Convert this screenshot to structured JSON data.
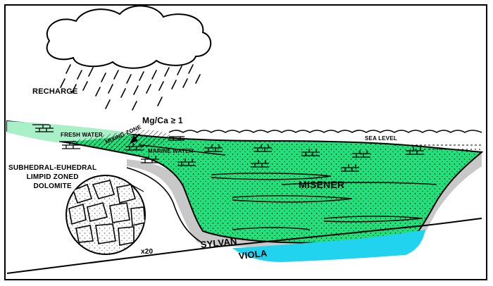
{
  "labels": {
    "recharge": "RECHARGE",
    "mg_ca_prefix": "Mg/Ca",
    "mg_ca_relation": "≥",
    "mg_ca_value": "1",
    "fresh_water": "FRESH WATER",
    "mixing_zone": "MIXING ZONE",
    "marine_water": "MARINE WATER",
    "sea_level": "SEA LEVEL",
    "misener": "MISENER",
    "dolomite_line1": "SUBHEDRAL-EUHEDRAL",
    "dolomite_line2": "LIMPID ZONED",
    "dolomite_line3": "DOLOMITE",
    "magnification": "x20",
    "sylvan": "SYLVAN",
    "viola": "VIOLA"
  },
  "colors": {
    "sediment_green": "#22e07a",
    "fresh_water_green": "#a8f0c8",
    "viola_cyan": "#22d3f0",
    "shadow_gray": "#c8c8c8",
    "outline": "#000000"
  }
}
